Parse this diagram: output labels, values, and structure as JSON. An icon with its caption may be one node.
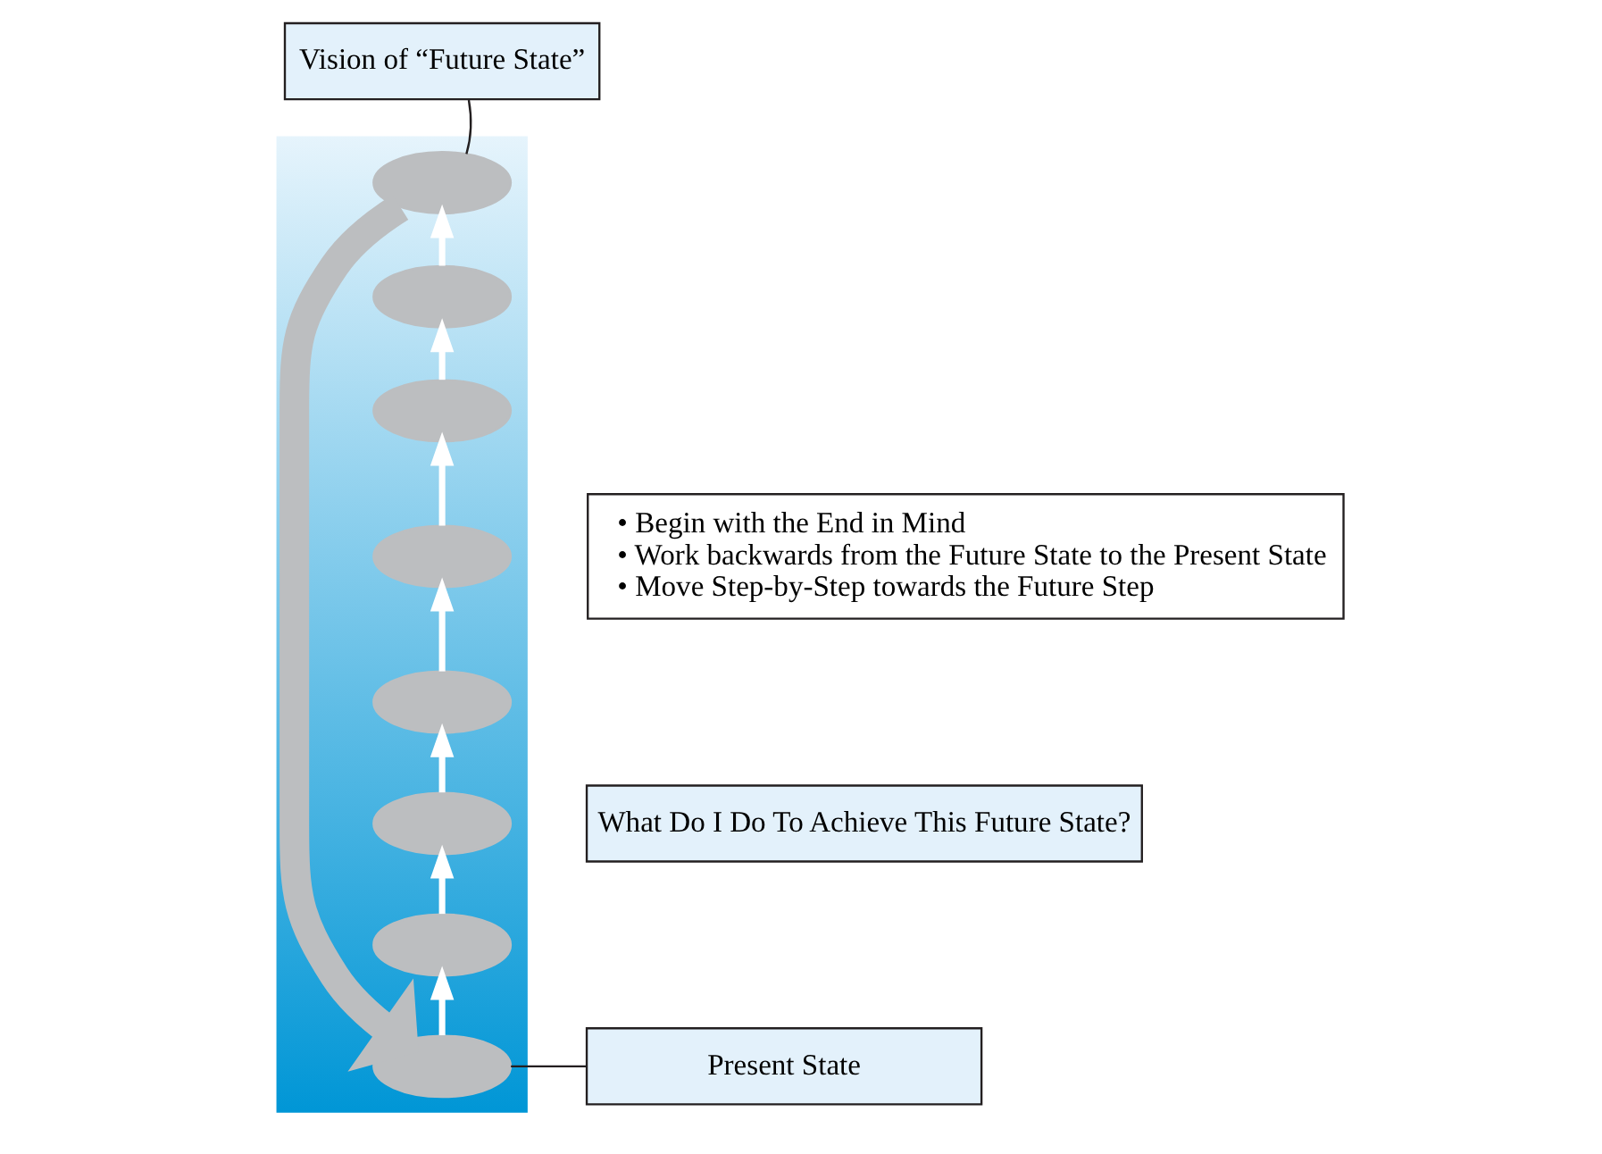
{
  "diagram": {
    "nodes": [
      {
        "text": [
          "Vision of “Future State”"
        ]
      },
      {
        "text": [],
        "shape": "trapezoid"
      },
      {
        "text": [],
        "shape": "ellipse",
        "in": 1
      },
      {
        "text": [],
        "shape": "ellipse",
        "in": 1
      },
      {
        "text": [],
        "shape": "ellipse",
        "in": 1
      },
      {
        "text": [],
        "shape": "ellipse",
        "in": 1
      },
      {
        "text": [],
        "shape": "ellipse",
        "in": 1
      },
      {
        "text": [],
        "shape": "ellipse",
        "in": 1
      },
      {
        "text": [],
        "shape": "ellipse",
        "in": 1
      },
      {
        "text": [],
        "shape": "ellipse",
        "in": 1
      },
      {
        "text": [
          "What Do I Do To Achieve This Future State?"
        ]
      },
      {
        "text": [
          "• Begin with the End in Mind",
          "• Work backwards from the Future State to the Present State",
          "• Move Step-by-Step towards the Future Step"
        ]
      },
      {
        "text": [
          "Present State"
        ]
      }
    ],
    "edges": [
      {
        "from": 9,
        "to": 8,
        "arrow": "to"
      },
      {
        "from": 8,
        "to": 7,
        "arrow": "to"
      },
      {
        "from": 7,
        "to": 6,
        "arrow": "to"
      },
      {
        "from": 6,
        "to": 5,
        "arrow": "to"
      },
      {
        "from": 5,
        "to": 4,
        "arrow": "to"
      },
      {
        "from": 4,
        "to": 3,
        "arrow": "to"
      },
      {
        "from": 3,
        "to": 2,
        "arrow": "to"
      },
      {
        "from": 0,
        "to": 2,
        "arrow": "none",
        "color": "#231f20"
      },
      {
        "from": 12,
        "to": 9,
        "arrow": "none",
        "color": "#231f20"
      },
      {
        "from": 2,
        "to": 9,
        "arrow": "to",
        "style": "thick",
        "color": "#bcbec0"
      }
    ]
  }
}
